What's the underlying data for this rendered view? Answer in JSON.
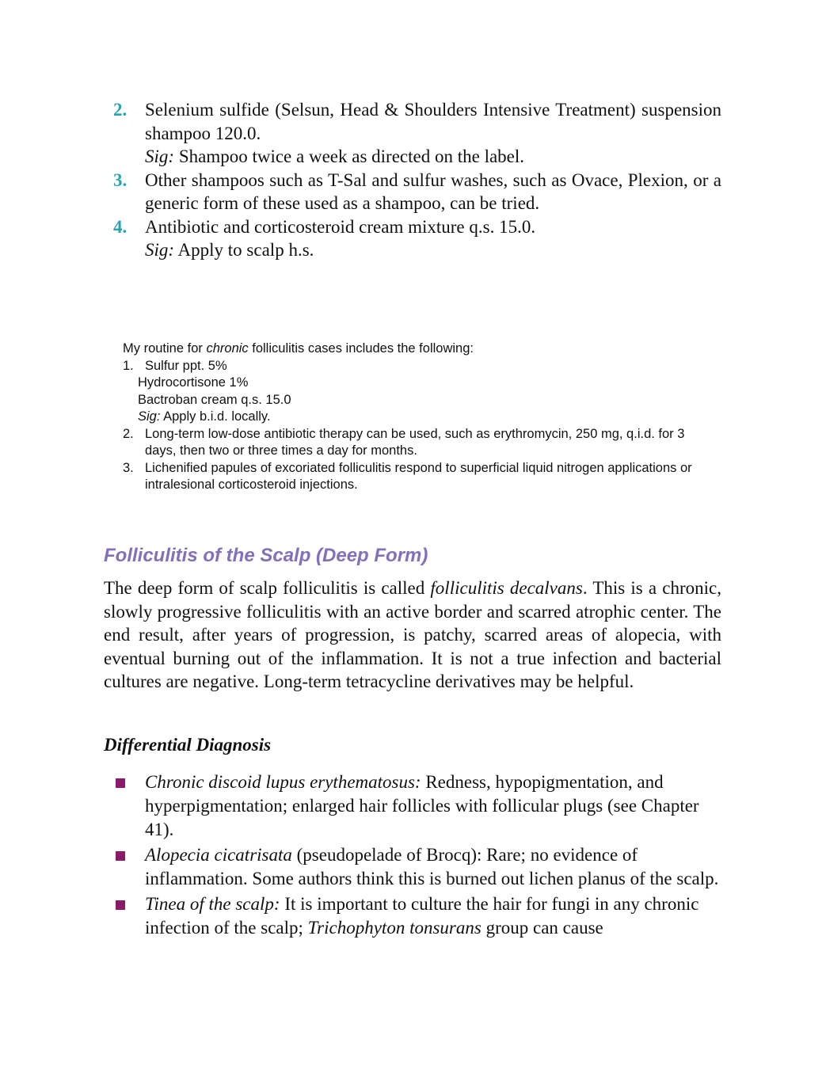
{
  "rx_list": {
    "items": [
      {
        "num": "2.",
        "lines": [
          "Selenium sulfide (Selsun, Head & Shoulders Intensive Treatment) suspension shampoo 120.0."
        ],
        "sig_label": "Sig:",
        "sig_text": " Shampoo twice a week as directed on the label."
      },
      {
        "num": "3.",
        "lines": [
          "Other shampoos such as T-Sal and sulfur washes, such as Ovace, Plexion, or a generic form of these used as a shampoo, can be tried."
        ]
      },
      {
        "num": "4.",
        "lines": [
          "Antibiotic and corticosteroid cream mixture q.s. 15.0."
        ],
        "sig_label": "Sig:",
        "sig_text": " Apply to scalp h.s."
      }
    ]
  },
  "routine": {
    "intro_before": "My routine for ",
    "intro_italic": "chronic",
    "intro_after": " folliculitis cases includes the following:",
    "item1": {
      "num": "1.",
      "lines": [
        "Sulfur ppt. 5%",
        "Hydrocortisone 1%",
        "Bactroban cream q.s. 15.0"
      ],
      "sig_label": "Sig:",
      "sig_text": " Apply b.i.d. locally."
    },
    "item2": {
      "num": "2.",
      "text": "Long-term low-dose antibiotic therapy can be used, such as erythromycin, 250 mg, q.i.d. for 3 days, then two or three times a day for months."
    },
    "item3": {
      "num": "3.",
      "text": "Lichenified papules of excoriated folliculitis respond to superficial liquid nitrogen applications or intralesional corticosteroid injections."
    }
  },
  "section": {
    "title": "Folliculitis of the Scalp (Deep Form)",
    "para_before": "The deep form of scalp folliculitis is called ",
    "para_italic": "folliculitis decalvans",
    "para_after": ". This is a chronic, slowly progressive folliculitis with an active border and scarred atrophic center. The end result, after years of progression, is patchy, scarred areas of alopecia, with eventual burning out of the inflammation. It is not a true infection and bacterial cultures are negative. Long-term tetracycline derivatives may be helpful."
  },
  "differential": {
    "heading": "Differential Diagnosis",
    "bullet_color": "#8b1a6b",
    "items": [
      {
        "term": "Chronic discoid lupus erythematosus:",
        "text": " Redness, hypopigmentation, and hyperpigmentation; enlarged hair follicles with follicular plugs (see Chapter 41)."
      },
      {
        "term": "Alopecia cicatrisata",
        "text": " (pseudopelade of Brocq): Rare; no evidence of inflammation. Some authors think this is burned out lichen planus of the scalp."
      },
      {
        "term": "Tinea of the scalp:",
        "text": " It is important to culture the hair for fungi in any chronic infection of the scalp; ",
        "term2": "Trichophyton tonsurans",
        "text2": " group can cause"
      }
    ]
  },
  "colors": {
    "number_accent": "#2aa3b1",
    "heading_accent": "#8470b8"
  }
}
